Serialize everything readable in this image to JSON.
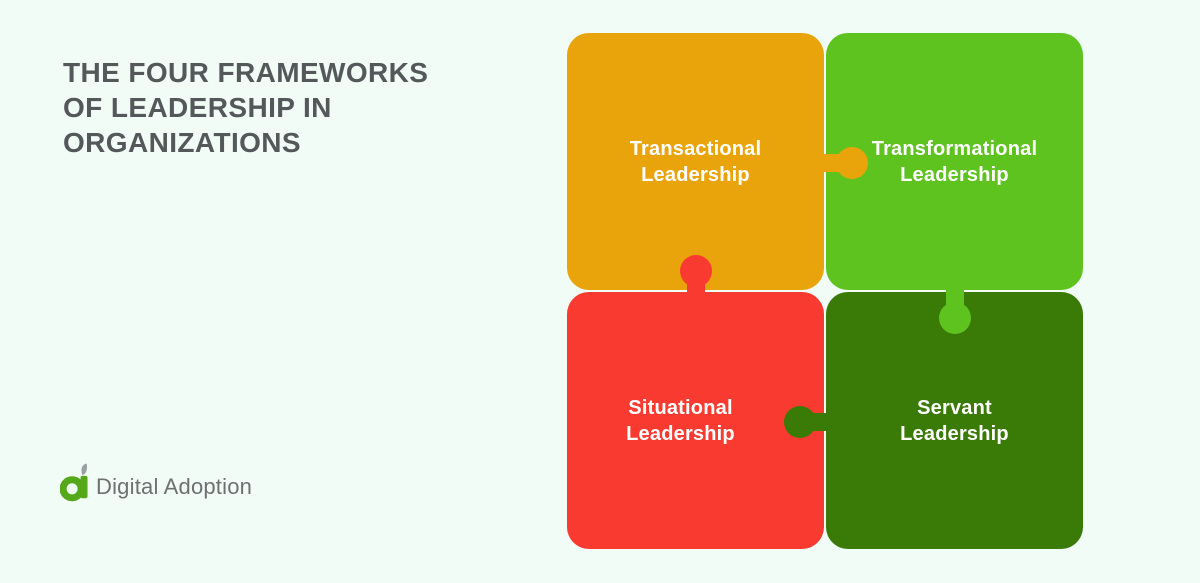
{
  "title": {
    "lines": [
      "THE FOUR FRAMEWORKS",
      "OF LEADERSHIP IN",
      "ORGANIZATIONS"
    ],
    "color": "#54585B"
  },
  "brand": {
    "name": "Digital Adoption",
    "logo_icon": "digital-adoption-a-icon",
    "logo_green": "#55A81A",
    "leaf_gray": "#9BA0A2",
    "text_color": "#6E7072"
  },
  "colors": {
    "background": "#F0FCF5",
    "label_text": "#FFFFFF"
  },
  "puzzle": {
    "pieces": [
      {
        "id": "transactional",
        "line1": "Transactional",
        "line2": "Leadership",
        "color": "#E9A40B",
        "position": "top-left",
        "knob_direction": "right"
      },
      {
        "id": "transformational",
        "line1": "Transformational",
        "line2": "Leadership",
        "color": "#5EC31F",
        "position": "top-right",
        "knob_direction": "down"
      },
      {
        "id": "situational",
        "line1": "Situational",
        "line2": "Leadership",
        "color": "#F93A31",
        "position": "bottom-left",
        "knob_direction": "up"
      },
      {
        "id": "servant",
        "line1": "Servant",
        "line2": "Leadership",
        "color": "#3A7A06",
        "position": "bottom-right",
        "knob_direction": "left"
      }
    ]
  }
}
